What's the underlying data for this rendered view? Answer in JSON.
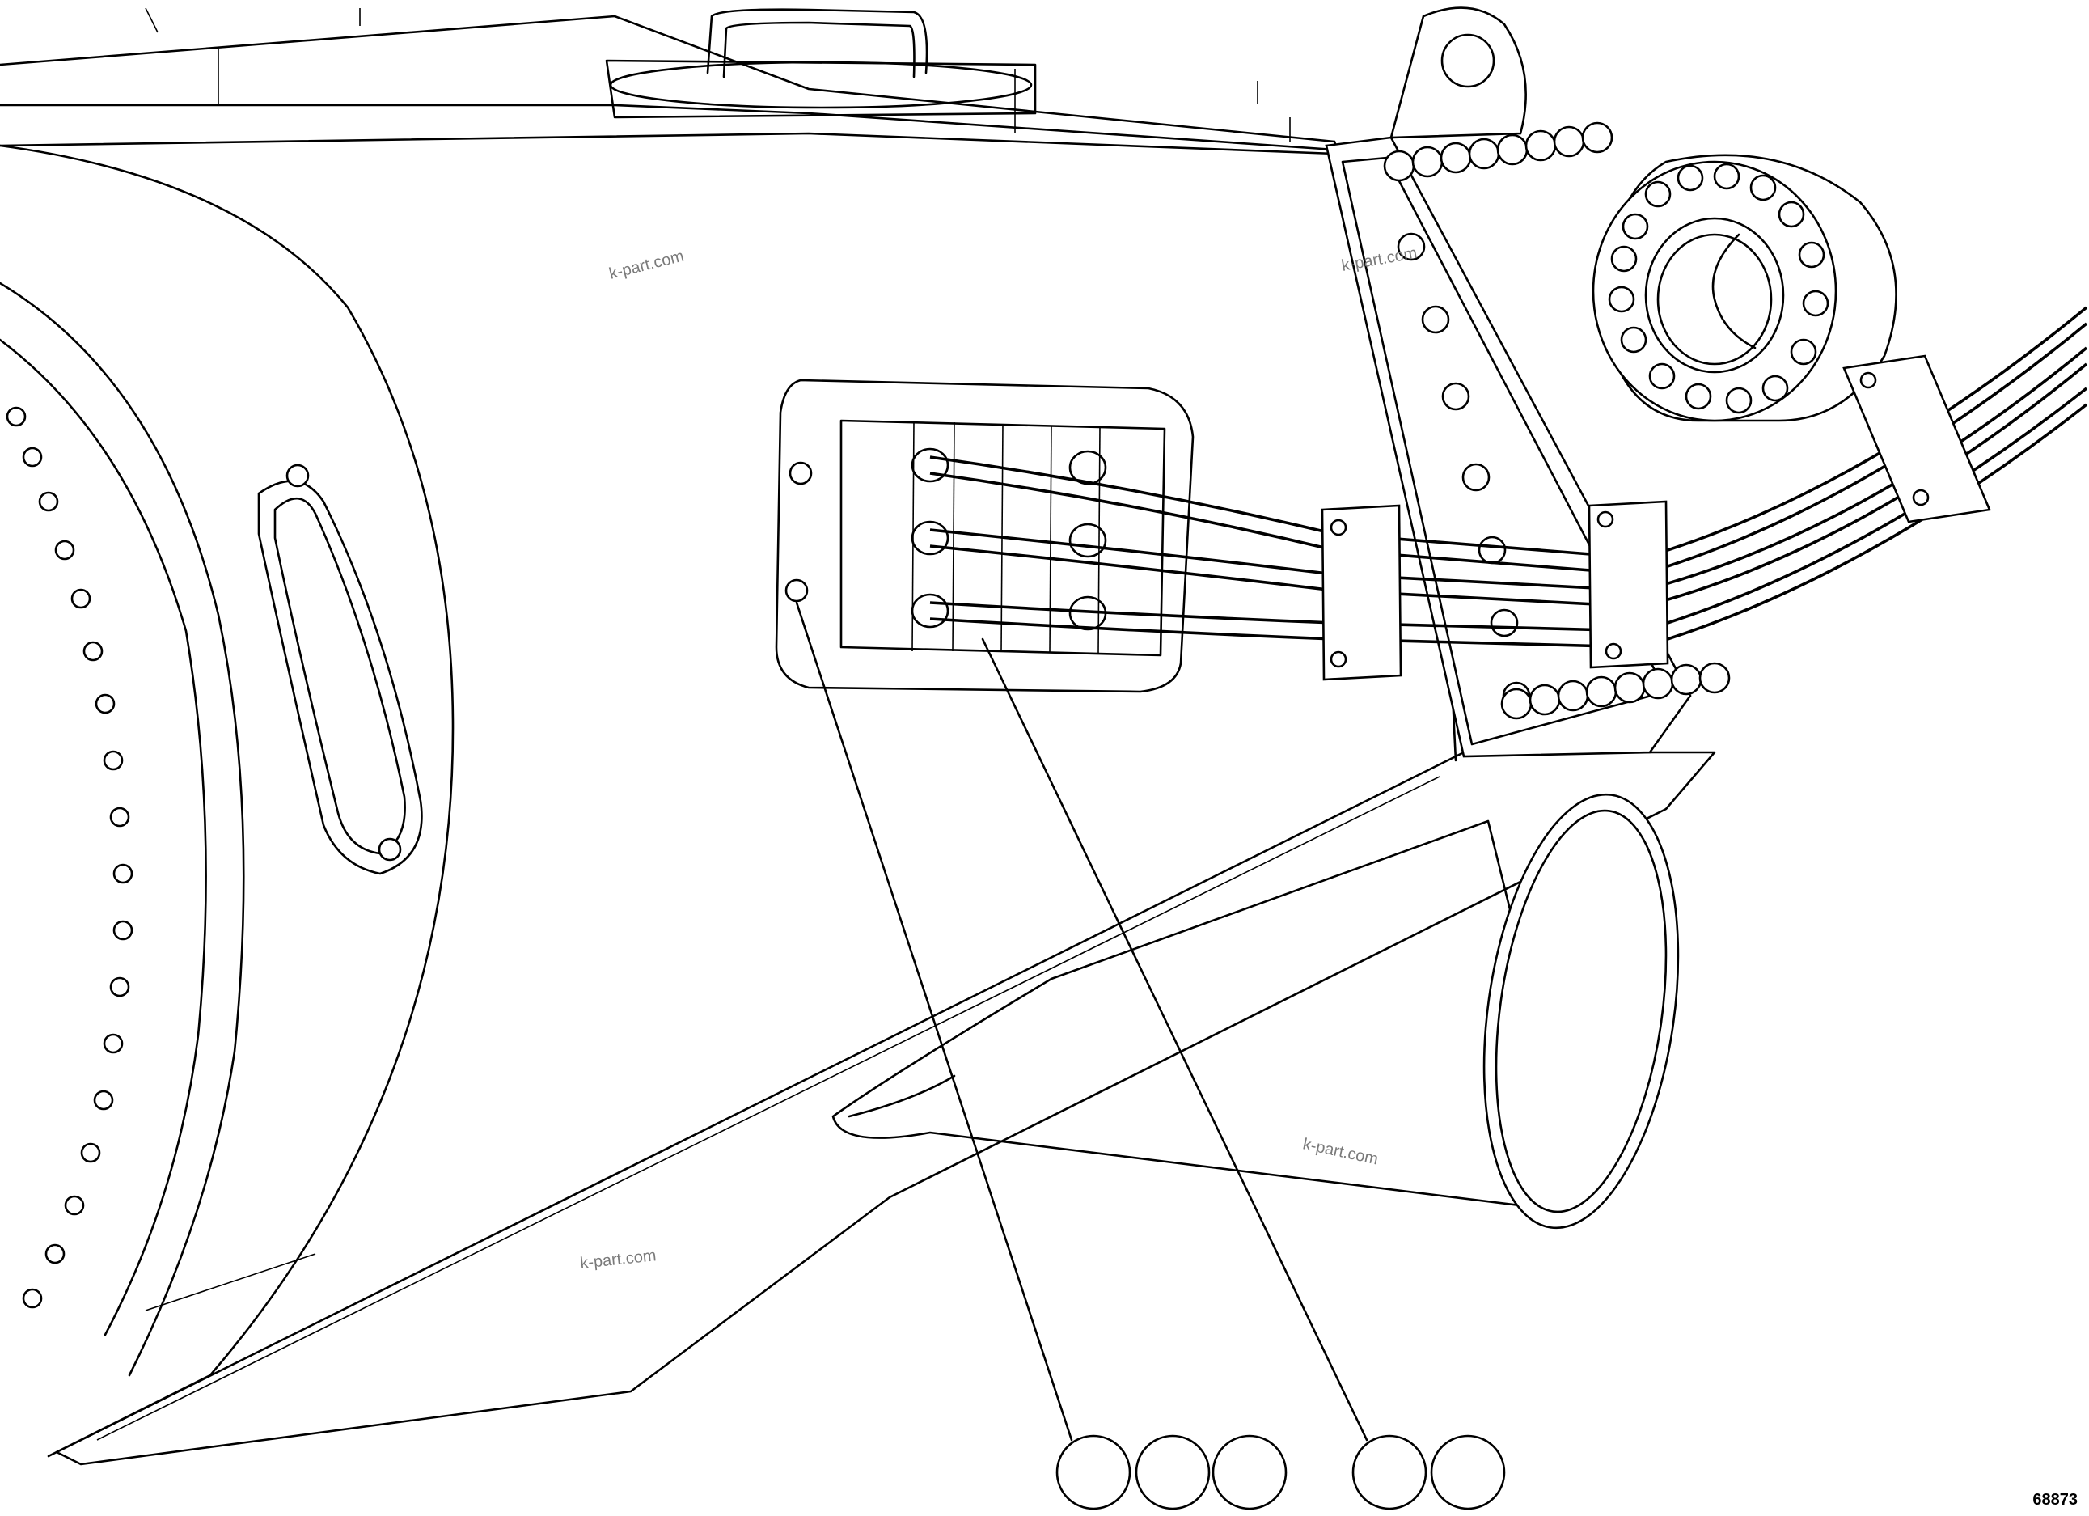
{
  "watermarks": [
    "k-part.com",
    "k-part.com",
    "k-part.com",
    "k-part.com"
  ],
  "figure_number": "68873",
  "callouts": {
    "count": 5,
    "labels": [
      "",
      "",
      "",
      "",
      ""
    ]
  }
}
